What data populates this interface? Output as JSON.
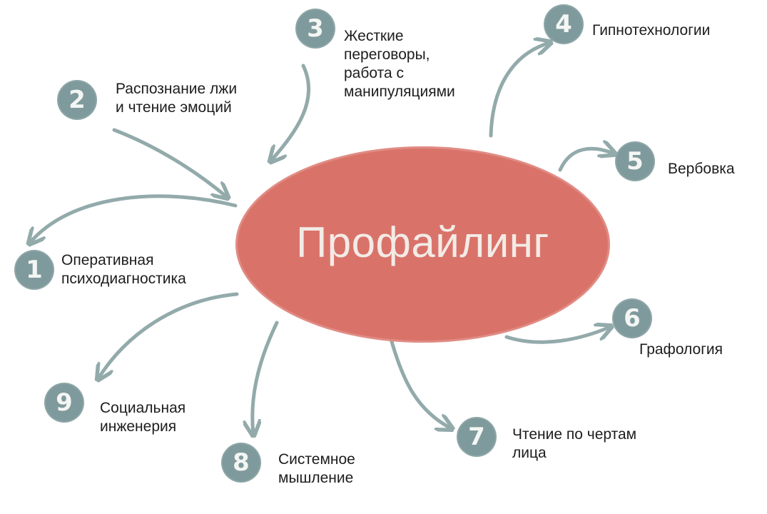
{
  "center": {
    "title": "Профайлинг"
  },
  "nodes": [
    {
      "number": "1",
      "lines": [
        "Оперативная",
        "психодиагностика"
      ]
    },
    {
      "number": "2",
      "lines": [
        "Распознание лжи",
        "и чтение эмоций"
      ]
    },
    {
      "number": "3",
      "lines": [
        "Жесткие",
        "переговоры,",
        "работа с",
        "манипуляциями"
      ]
    },
    {
      "number": "4",
      "lines": [
        "Гипнотехнологии"
      ]
    },
    {
      "number": "5",
      "lines": [
        "Вербовка"
      ]
    },
    {
      "number": "6",
      "lines": [
        "Графология"
      ]
    },
    {
      "number": "7",
      "lines": [
        "Чтение по чертам",
        "лица"
      ]
    },
    {
      "number": "8",
      "lines": [
        "Системное",
        "мышление"
      ]
    },
    {
      "number": "9",
      "lines": [
        "Социальная",
        "инженерия"
      ]
    }
  ],
  "colors": {
    "oval": "#d9736a",
    "circle": "#7f9a9c",
    "arrow": "#93aaab",
    "text": "#1d1d1d"
  }
}
